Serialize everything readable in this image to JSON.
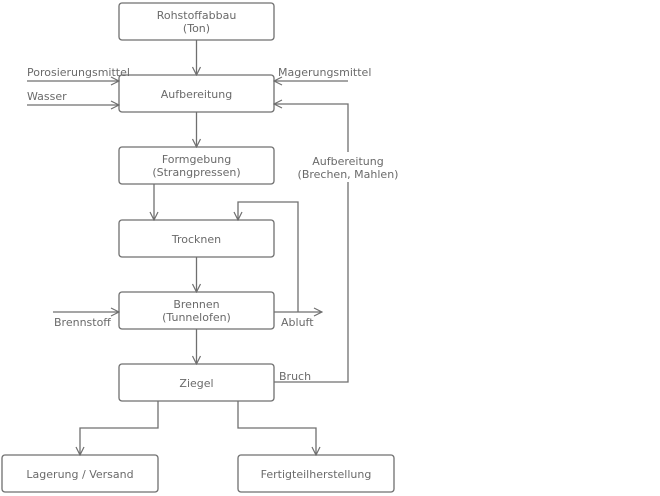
{
  "nodes": {
    "rohstoffabbau": [
      "Rohstoffabbau",
      "(Ton)"
    ],
    "aufbereitung": [
      "Aufbereitung"
    ],
    "formgebung": [
      "Formgebung",
      "(Strangpressen)"
    ],
    "trocknen": [
      "Trocknen"
    ],
    "brennen": [
      "Brennen",
      "(Tunnelofen)"
    ],
    "ziegel": [
      "Ziegel"
    ],
    "lagerung": [
      "Lagerung / Versand"
    ],
    "fertigteil": [
      "Fertigteilherstellung"
    ]
  },
  "labels": {
    "porosierungsmittel": "Porosierungsmittel",
    "wasser": "Wasser",
    "magerungsmittel": "Magerungsmittel",
    "recycle_aufbereitung": [
      "Aufbereitung",
      "(Brechen, Mahlen)"
    ],
    "brennstoff": "Brennstoff",
    "abluft": "Abluft",
    "bruch": "Bruch"
  }
}
